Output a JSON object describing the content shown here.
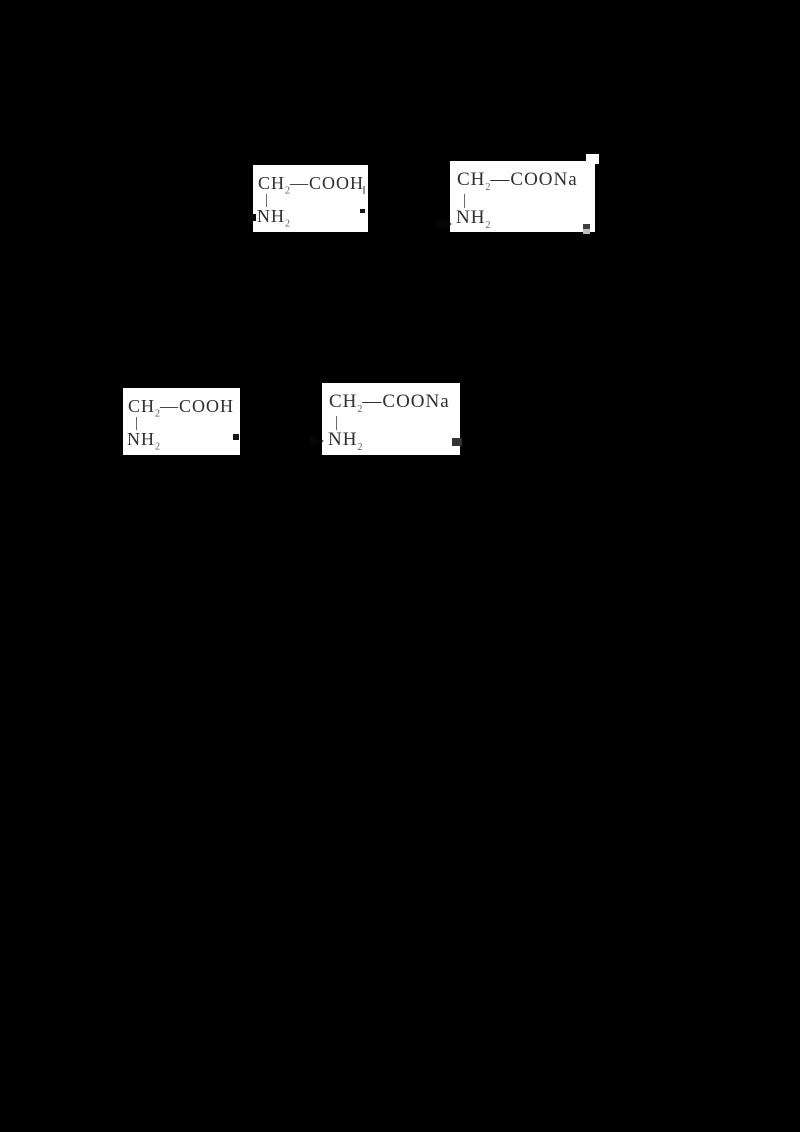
{
  "page": {
    "background_color": "#000000"
  },
  "colors": {
    "box_background": "#ffffff",
    "formula_text_color": "#2e2e2e"
  },
  "formulas": [
    {
      "ch": "CH",
      "ch_sub": "2",
      "bond": "—",
      "tail": "COOH",
      "nh": "NH",
      "nh_sub": "2"
    },
    {
      "ch": "CH",
      "ch_sub": "2",
      "bond": "—",
      "tail": "COONa",
      "nh": "NH",
      "nh_sub": "2"
    },
    {
      "ch": "CH",
      "ch_sub": "2",
      "bond": "—",
      "tail": "COOH",
      "nh": "NH",
      "nh_sub": "2"
    },
    {
      "ch": "CH",
      "ch_sub": "2",
      "bond": "—",
      "tail": "COONa",
      "nh": "NH",
      "nh_sub": "2"
    }
  ]
}
